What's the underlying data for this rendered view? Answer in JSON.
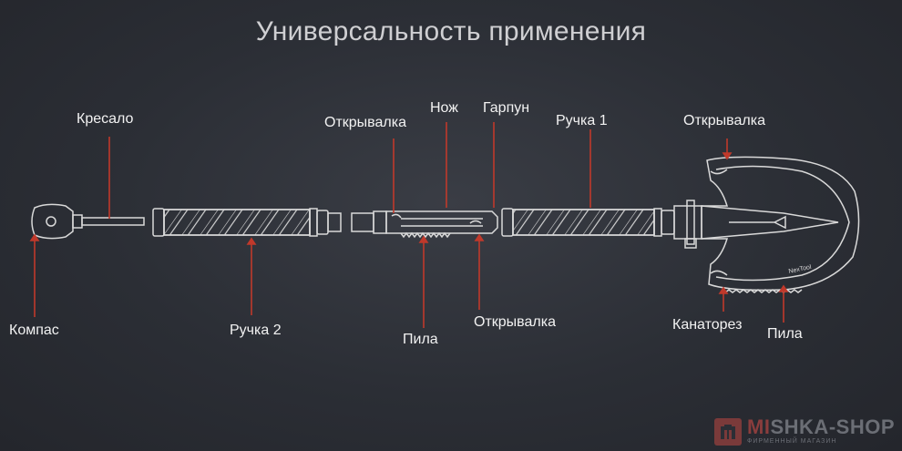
{
  "title": "Универсальность применения",
  "labels": {
    "kresalo": "Кресало",
    "kompas": "Компас",
    "ruchka2": "Ручка 2",
    "otkryvalka_top": "Открывалка",
    "nozh": "Нож",
    "garpun": "Гарпун",
    "ruchka1": "Ручка 1",
    "otkryvalka_right": "Открывалка",
    "pila_mid": "Пила",
    "otkryvalka_bottom": "Открывалка",
    "kanatorez": "Канаторез",
    "pila_right": "Пила"
  },
  "engraving": "NexTool",
  "logo": {
    "accent": "MI",
    "main": "SHKA-SHOP",
    "sub": "ФИРМЕННЫЙ МАГАЗИН"
  },
  "colors": {
    "background": "#2b2e35",
    "leader_line": "#c0392b",
    "outline": "#d9d9d9",
    "text": "#f2f2f2"
  }
}
